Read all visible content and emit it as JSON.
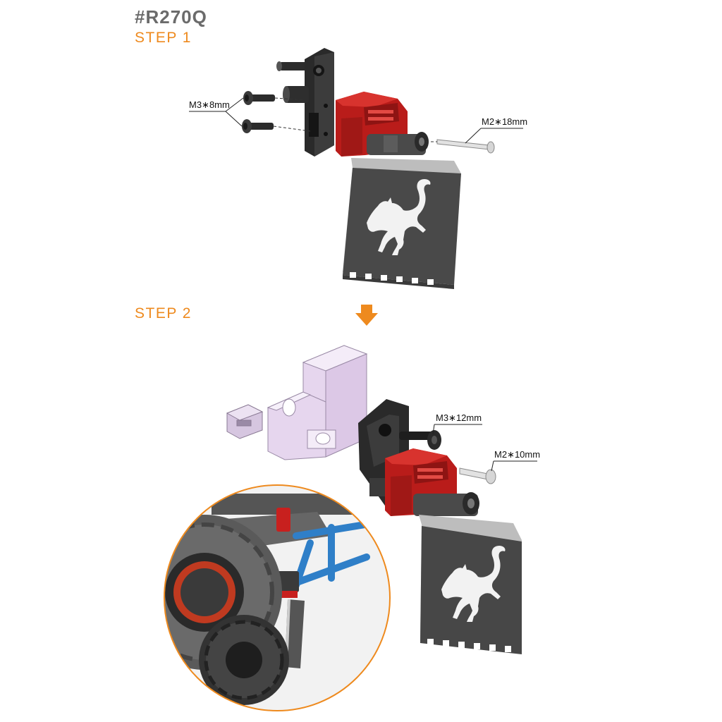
{
  "header": {
    "product_code": "#R270Q",
    "step1_label": "STEP 1",
    "step2_label": "STEP 2"
  },
  "step1": {
    "screw_m3_label": "M3∗8mm",
    "screw_m2_label": "M2∗18mm"
  },
  "step2": {
    "screw_m3_label": "M3∗12mm",
    "screw_m2_label": "M2∗10mm"
  },
  "colors": {
    "accent_orange": "#ee8a1e",
    "mount_red": "#c8201e",
    "bracket_black": "#2a2a2a",
    "flap_grey": "#4a4a4a",
    "chassis_lilac": "#e4d4ec",
    "frame_blue": "#2f7fc8"
  },
  "icons": {
    "arrow": "arrow-down-icon",
    "logo": "bronco-horse-icon"
  }
}
